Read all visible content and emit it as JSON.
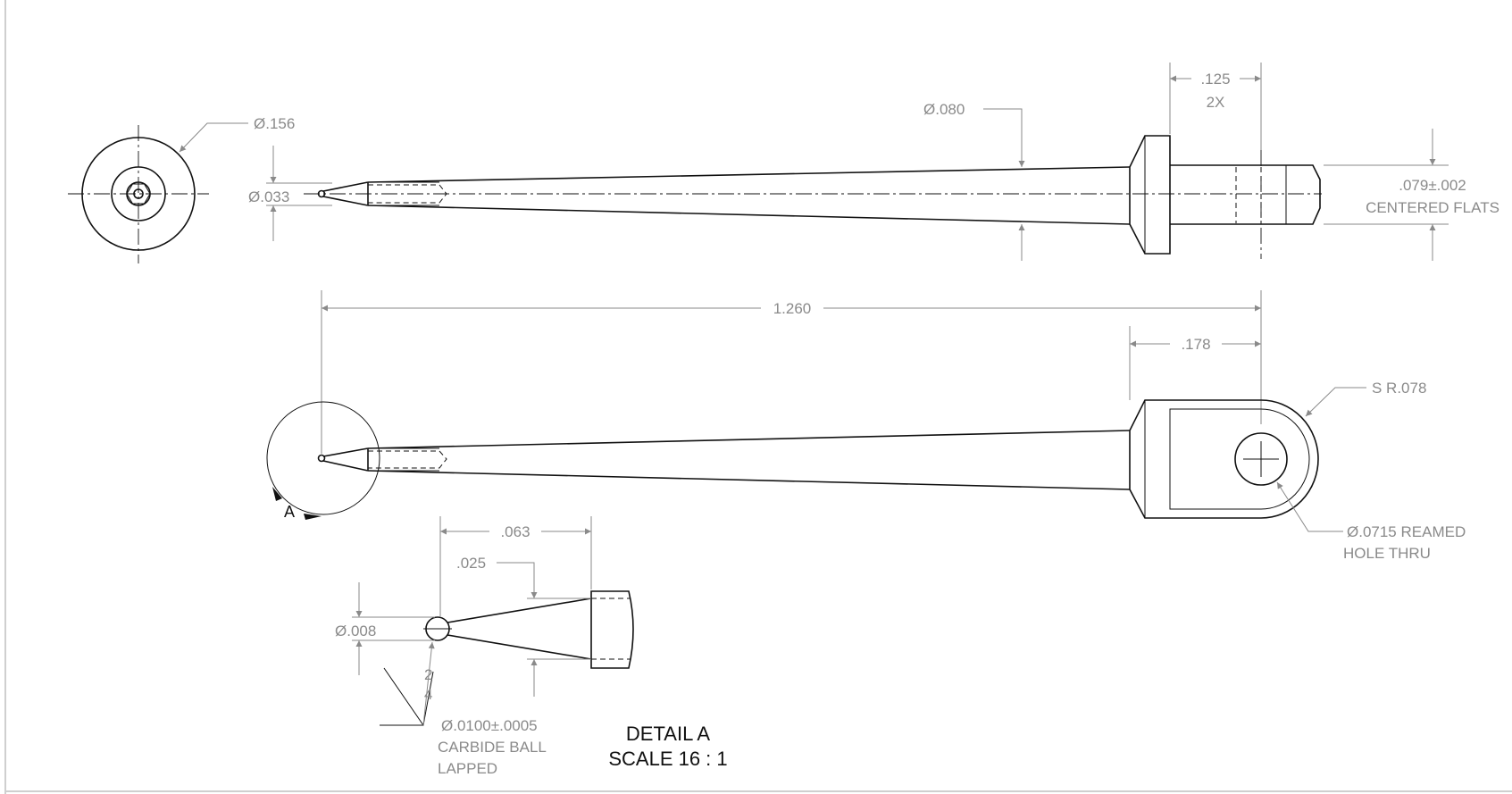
{
  "colors": {
    "object": "#111111",
    "dimension": "#8a8a8a",
    "background": "#ffffff"
  },
  "end_view": {
    "dia_label": "Ø.156"
  },
  "front_view": {
    "tip_dia": "Ø.033",
    "shaft_dia": "Ø.080",
    "flat_width": ".125",
    "flat_count": "2X",
    "flat_tol": ".079±.002",
    "flat_note": "CENTERED FLATS"
  },
  "top_view": {
    "overall_length": "1.260",
    "eye_length": ".178",
    "sphere_radius": "S R.078",
    "hole_dia": "Ø.0715 REAMED",
    "hole_note": "HOLE THRU",
    "detail_flag": "A"
  },
  "detail_view": {
    "length": ".063",
    "cone_dia": ".025",
    "tip_dia": "Ø.008",
    "finish_top": "2",
    "finish_bottom": "4",
    "ball_dia": "Ø.0100±.0005",
    "ball_material": "CARBIDE BALL",
    "ball_process": "LAPPED",
    "title": "DETAIL A",
    "scale": "SCALE 16 : 1"
  }
}
